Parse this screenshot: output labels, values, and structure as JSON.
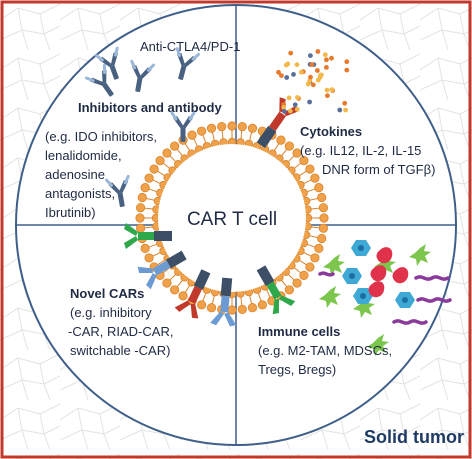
{
  "quadrants": {
    "top_left": {
      "top_label": "Anti-CTLA4/PD-1",
      "title": "Inhibitors and antibody",
      "lines": [
        "(e.g. IDO inhibitors,",
        "lenalidomide,",
        "adenosine",
        "antagonists,",
        "Ibrutinib)"
      ]
    },
    "top_right": {
      "title": "Cytokines",
      "lines": [
        "(e.g. IL12, IL-2, IL-15",
        "DNR form of TGFβ)"
      ]
    },
    "bottom_left": {
      "title": "Novel CARs",
      "lines": [
        "(e.g. inhibitory",
        "-CAR, RIAD-CAR,",
        "switchable -CAR)"
      ]
    },
    "bottom_right": {
      "title": "Immune cells",
      "lines": [
        "(e.g. M2-TAM, MDSCs,",
        "Tregs, Bregs)"
      ]
    }
  },
  "center_label": "CAR T cell",
  "corner_label": "Solid tumor",
  "colors": {
    "frame": "#c0392b",
    "circle_border": "#3f5f8a",
    "membrane": "#f0a24a",
    "text": "#1f2a44"
  }
}
